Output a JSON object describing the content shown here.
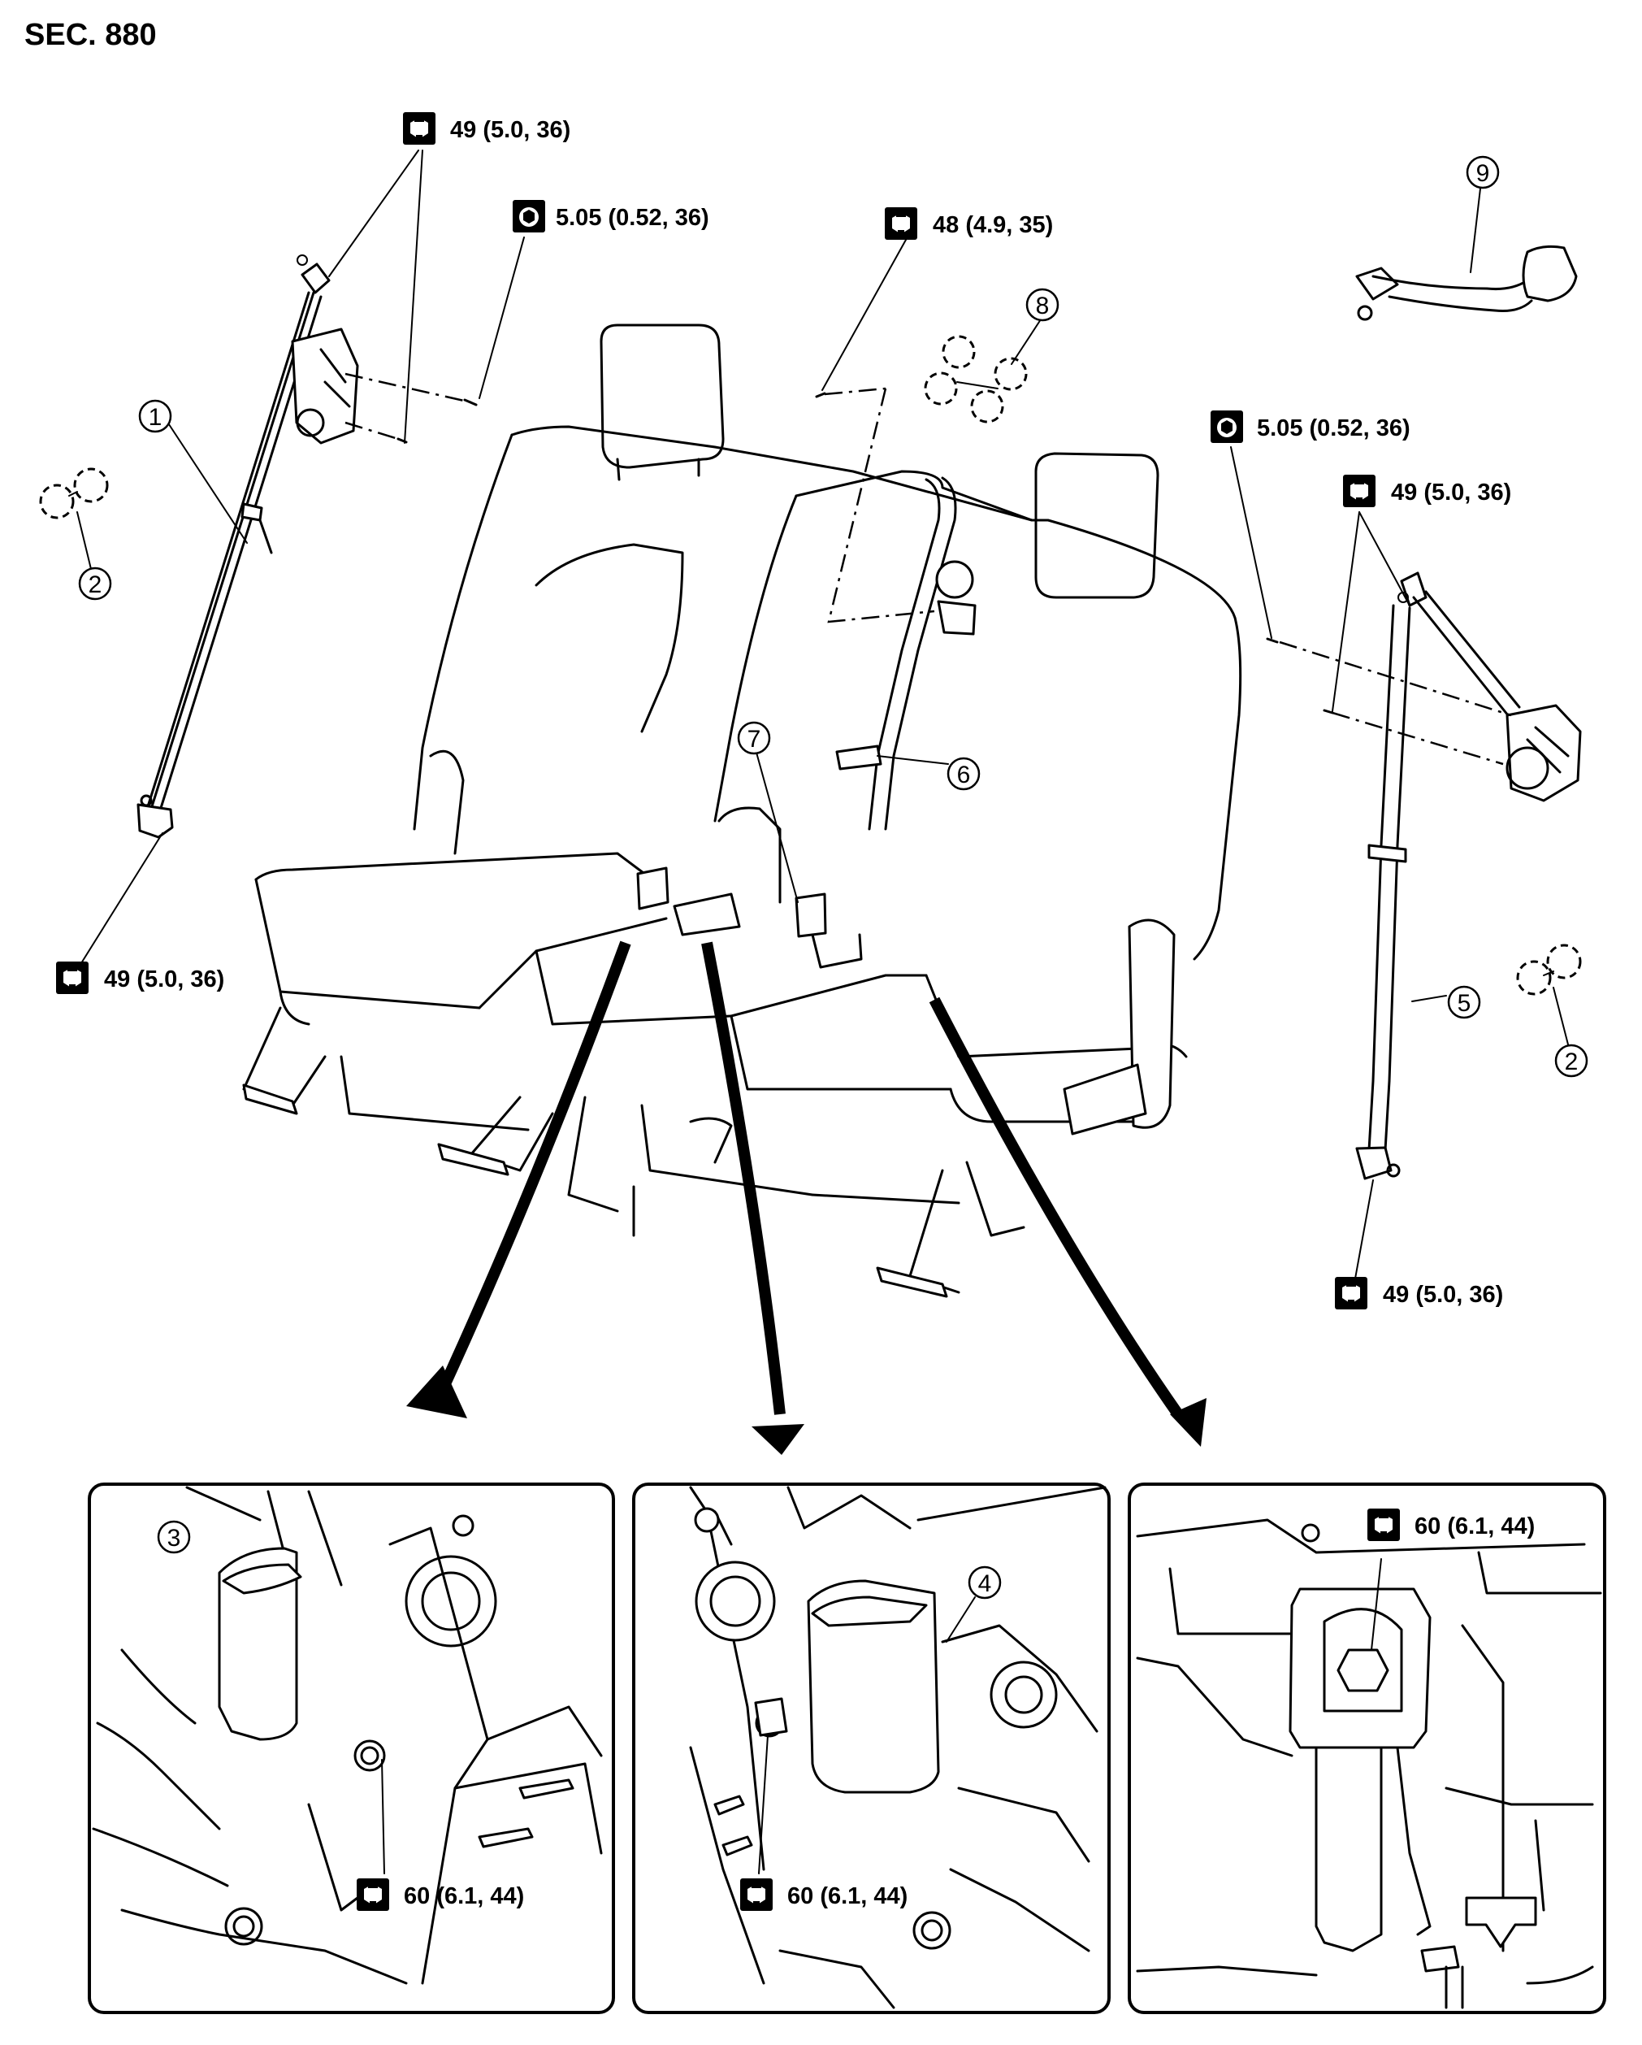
{
  "section": "SEC. 880",
  "torque_labels": [
    {
      "id": "t1",
      "text": "49 (5.0, 36)",
      "icon": "torque-wrench-icon"
    },
    {
      "id": "t2",
      "text": "5.05 (0.52, 36)",
      "icon": "torque-wrench-icon"
    },
    {
      "id": "t3",
      "text": "48 (4.9, 35)",
      "icon": "torque-wrench-icon"
    },
    {
      "id": "t4",
      "text": "5.05 (0.52, 36)",
      "icon": "torque-wrench-icon"
    },
    {
      "id": "t5",
      "text": "49 (5.0, 36)",
      "icon": "torque-wrench-icon"
    },
    {
      "id": "t6",
      "text": "49 (5.0, 36)",
      "icon": "torque-wrench-icon"
    },
    {
      "id": "t7",
      "text": "49 (5.0, 36)",
      "icon": "torque-wrench-icon"
    },
    {
      "id": "t8",
      "text": "60 (6.1, 44)",
      "icon": "torque-wrench-icon"
    },
    {
      "id": "t9",
      "text": "60 (6.1, 44)",
      "icon": "torque-wrench-icon"
    },
    {
      "id": "t10",
      "text": "60 (6.1, 44)",
      "icon": "torque-wrench-icon"
    }
  ],
  "callouts": [
    {
      "id": "c1",
      "num": "1"
    },
    {
      "id": "c2a",
      "num": "2"
    },
    {
      "id": "c2b",
      "num": "2"
    },
    {
      "id": "c3",
      "num": "3"
    },
    {
      "id": "c4",
      "num": "4"
    },
    {
      "id": "c5",
      "num": "5"
    },
    {
      "id": "c6",
      "num": "6"
    },
    {
      "id": "c7",
      "num": "7"
    },
    {
      "id": "c8",
      "num": "8"
    },
    {
      "id": "c9",
      "num": "9"
    }
  ]
}
